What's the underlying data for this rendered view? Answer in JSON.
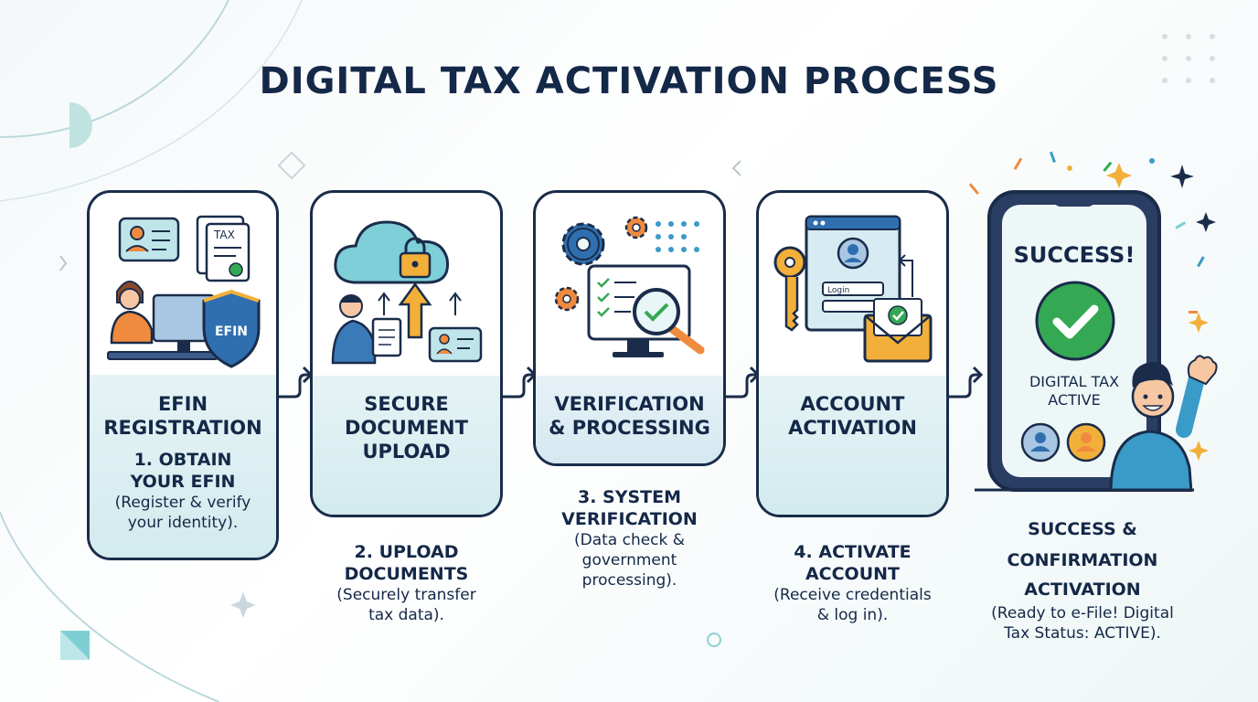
{
  "title": "DIGITAL TAX ACTIVATION PROCESS",
  "colors": {
    "navy": "#142848",
    "teal_panel": "#d2ebee",
    "accent_orange": "#f08a3e",
    "accent_blue": "#3a9ac8",
    "success_green": "#35a853",
    "gold": "#f2b03a"
  },
  "steps": [
    {
      "card_title_1": "EFIN",
      "card_title_2": "REGISTRATION",
      "step_heading_1": "1. OBTAIN",
      "step_heading_2": "YOUR EFIN",
      "desc_1": "(Register & verify",
      "desc_2": "your identity).",
      "icons": [
        "id-card-icon",
        "tax-form-icon",
        "person-at-computer-icon",
        "efin-shield-icon"
      ],
      "shield_label": "EFIN",
      "form_label": "TAX"
    },
    {
      "card_title_1": "SECURE",
      "card_title_2": "DOCUMENT",
      "card_title_3": "UPLOAD",
      "step_heading_1": "2. UPLOAD",
      "step_heading_2": "DOCUMENTS",
      "desc_1": "(Securely transfer",
      "desc_2": "tax data).",
      "icons": [
        "cloud-lock-icon",
        "upload-arrow-icon",
        "person-with-document-icon",
        "id-card-icon"
      ]
    },
    {
      "card_title_1": "VERIFICATION",
      "card_title_2": "& PROCESSING",
      "step_heading_1": "3. SYSTEM",
      "step_heading_2": "VERIFICATION",
      "desc_1": "(Data check &",
      "desc_2": "government",
      "desc_3": "processing).",
      "icons": [
        "gear-icon",
        "monitor-checklist-icon",
        "magnifier-check-icon"
      ]
    },
    {
      "card_title_1": "ACCOUNT",
      "card_title_2": "ACTIVATION",
      "step_heading_1": "4. ACTIVATE",
      "step_heading_2": "ACCOUNT",
      "desc_1": "(Receive credentials",
      "desc_2": "& log in).",
      "icons": [
        "key-icon",
        "login-window-icon",
        "envelope-check-icon"
      ],
      "login_label": "Login"
    },
    {
      "screen_title": "SUCCESS!",
      "screen_status_1": "DIGITAL TAX",
      "screen_status_2": "ACTIVE",
      "step_heading_1": "SUCCESS &",
      "step_heading_2": "CONFIRMATION",
      "step_heading_3": "ACTIVATION",
      "desc_1": "(Ready to e-File! Digital",
      "desc_2": "Tax Status: ACTIVE).",
      "icons": [
        "smartphone-icon",
        "check-circle-icon",
        "waving-person-icon",
        "confetti-icon"
      ]
    }
  ]
}
